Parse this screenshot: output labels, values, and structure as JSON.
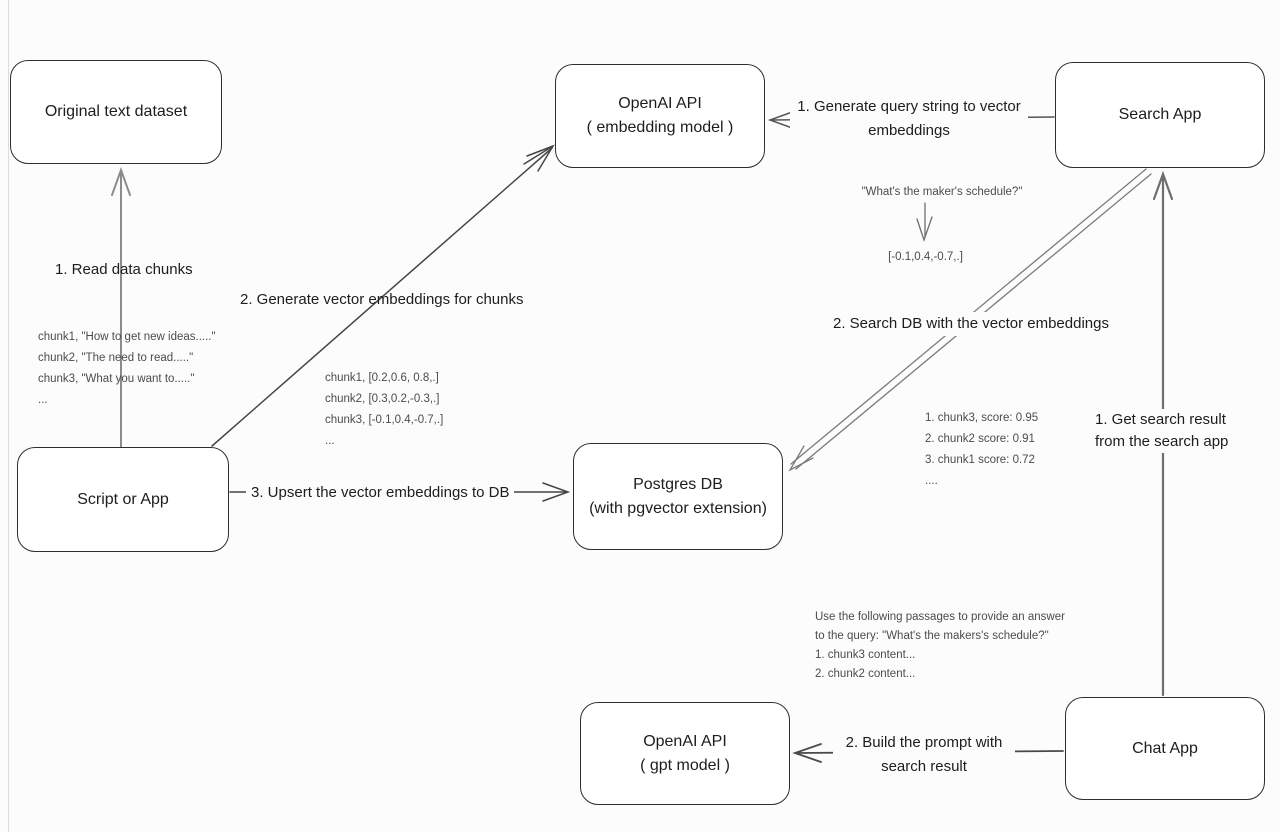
{
  "nodes": {
    "original_dataset": {
      "label": "Original text dataset"
    },
    "openai_embedding": {
      "title": "OpenAI API",
      "subtitle": "( embedding model )"
    },
    "search_app": {
      "label": "Search App"
    },
    "script_or_app": {
      "label": "Script or App"
    },
    "postgres_db": {
      "title": "Postgres DB",
      "subtitle": "(with pgvector extension)"
    },
    "openai_gpt": {
      "title": "OpenAI API",
      "subtitle": "( gpt model )"
    },
    "chat_app": {
      "label": "Chat App"
    }
  },
  "edge_labels": {
    "read_chunks": "1. Read data chunks",
    "generate_embeddings": "2. Generate vector embeddings for chunks",
    "upsert": "3. Upsert the vector embeddings  to DB",
    "query_to_vector_line1": "1. Generate query string to vector",
    "query_to_vector_line2": "embeddings",
    "search_db": "2. Search DB with the vector embeddings",
    "get_result_line1": "1. Get search result",
    "get_result_line2": "from the search app",
    "build_prompt_line1": "2. Build the prompt with",
    "build_prompt_line2": "search result"
  },
  "annotations": {
    "chunk_texts": [
      "chunk1, \"How to get new ideas.....\"",
      "chunk2, \"The need to read.....\"",
      "chunk3, \"What you want to.....\"",
      "..."
    ],
    "chunk_vectors": [
      "chunk1, [0.2,0.6, 0.8,.]",
      "chunk2, [0.3,0.2,-0.3,.]",
      "chunk3, [-0.1,0.4,-0.7,.]",
      "..."
    ],
    "query_string": "\"What's the maker's schedule?\"",
    "query_vector": "[-0.1,0.4,-0.7,.]",
    "search_scores": [
      "1. chunk3, score: 0.95",
      "2. chunk2 score: 0.91",
      "3. chunk1 score: 0.72",
      "...."
    ],
    "prompt_lines": [
      "Use the following passages to provide an answer",
      "to the query: \"What's the makers's schedule?\"",
      "1. chunk3 content...",
      "2. chunk2 content..."
    ]
  },
  "colors": {
    "background": "#fcfcfc",
    "box_border": "#2e2e2e",
    "label_text": "#1d1d1d",
    "annotation_text": "#4c4c4c",
    "arrow_gray": "#8c8c8c",
    "arrow_dark": "#454545"
  }
}
